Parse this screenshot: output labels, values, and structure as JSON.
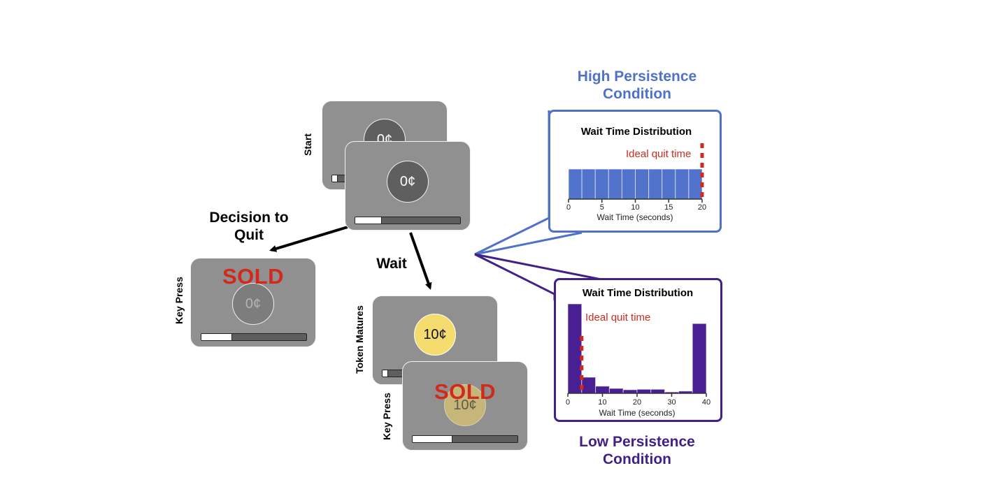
{
  "flow": {
    "start_label": "Start",
    "decision_label": "Decision to\nQuit",
    "wait_label": "Wait",
    "key_press_left": "Key Press",
    "token_matures_label": "Token Matures",
    "key_press_right": "Key Press"
  },
  "cards": {
    "start_back": {
      "token": "0¢",
      "progress": 0.05
    },
    "start_front": {
      "token": "0¢",
      "progress": 0.25
    },
    "quit": {
      "sold": "SOLD",
      "token": "0¢",
      "progress": 0.29
    },
    "matured": {
      "token": "10¢",
      "progress": 0.05
    },
    "sold_matured": {
      "sold": "SOLD",
      "token": "10¢",
      "progress": 0.38
    }
  },
  "colors": {
    "high": "#4f72c8",
    "low": "#42208a",
    "ideal": "#d12a1c",
    "sold": "#d12a1c"
  },
  "high": {
    "condition_title": "High Persistence\nCondition"
  },
  "low": {
    "condition_title": "Low Persistence\nCondition"
  },
  "chart_data": [
    {
      "type": "bar",
      "name": "high-persistence-histogram",
      "title": "Wait Time Distribution",
      "xlabel": "Wait Time (seconds)",
      "ylabel": "",
      "xlim": [
        0,
        20
      ],
      "xticks": [
        0,
        5,
        10,
        15,
        20
      ],
      "bin_width": 2,
      "bin_starts": [
        0,
        2,
        4,
        6,
        8,
        10,
        12,
        14,
        16,
        18
      ],
      "values": [
        1,
        1,
        1,
        1,
        1,
        1,
        1,
        1,
        1,
        1
      ],
      "ylim": [
        0,
        1
      ],
      "ideal_quit_time": 20,
      "ideal_label": "Ideal quit time",
      "color": "#5273cc",
      "grid": false
    },
    {
      "type": "bar",
      "name": "low-persistence-histogram",
      "title": "Wait Time Distribution",
      "xlabel": "Wait Time (seconds)",
      "ylabel": "",
      "xlim": [
        0,
        40
      ],
      "xticks": [
        0,
        10,
        20,
        30,
        40
      ],
      "bin_width": 4,
      "bin_starts": [
        0,
        4,
        8,
        12,
        16,
        20,
        24,
        28,
        32,
        36
      ],
      "values": [
        1.0,
        0.18,
        0.08,
        0.055,
        0.04,
        0.045,
        0.045,
        0.015,
        0.025,
        0.78
      ],
      "ylim": [
        0,
        1
      ],
      "ideal_quit_time": 4,
      "ideal_label": "Ideal quit time",
      "color": "#4a1f94",
      "grid": false
    }
  ]
}
